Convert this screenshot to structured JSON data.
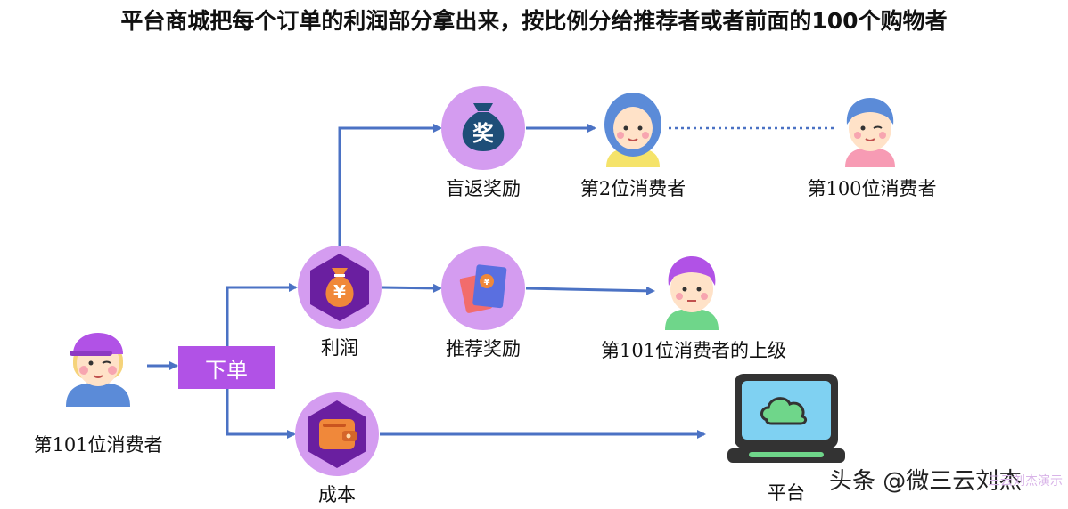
{
  "title": "平台商城把每个订单的利润部分拿出来，按比例分给推荐者或者前面的100个购物者",
  "nodes": {
    "buyer": "第101位消费者",
    "order": "下单",
    "profit": "利润",
    "cost": "成本",
    "blind_rebate": "盲返奖励",
    "referral_reward": "推荐奖励",
    "consumer2": "第2位消费者",
    "consumer100": "第100位消费者",
    "superior": "第101位消费者的上级",
    "platform": "平台"
  },
  "icons": {
    "bag_glyph": "奖",
    "yen_glyph": "¥"
  },
  "colors": {
    "arrow": "#4b72c4",
    "circle": "#d49cf0",
    "hexagon": "#6a1fa0",
    "button": "#b152e6"
  },
  "watermark": "头条 @微三云刘杰",
  "watermark_small": "三云刘杰演示"
}
